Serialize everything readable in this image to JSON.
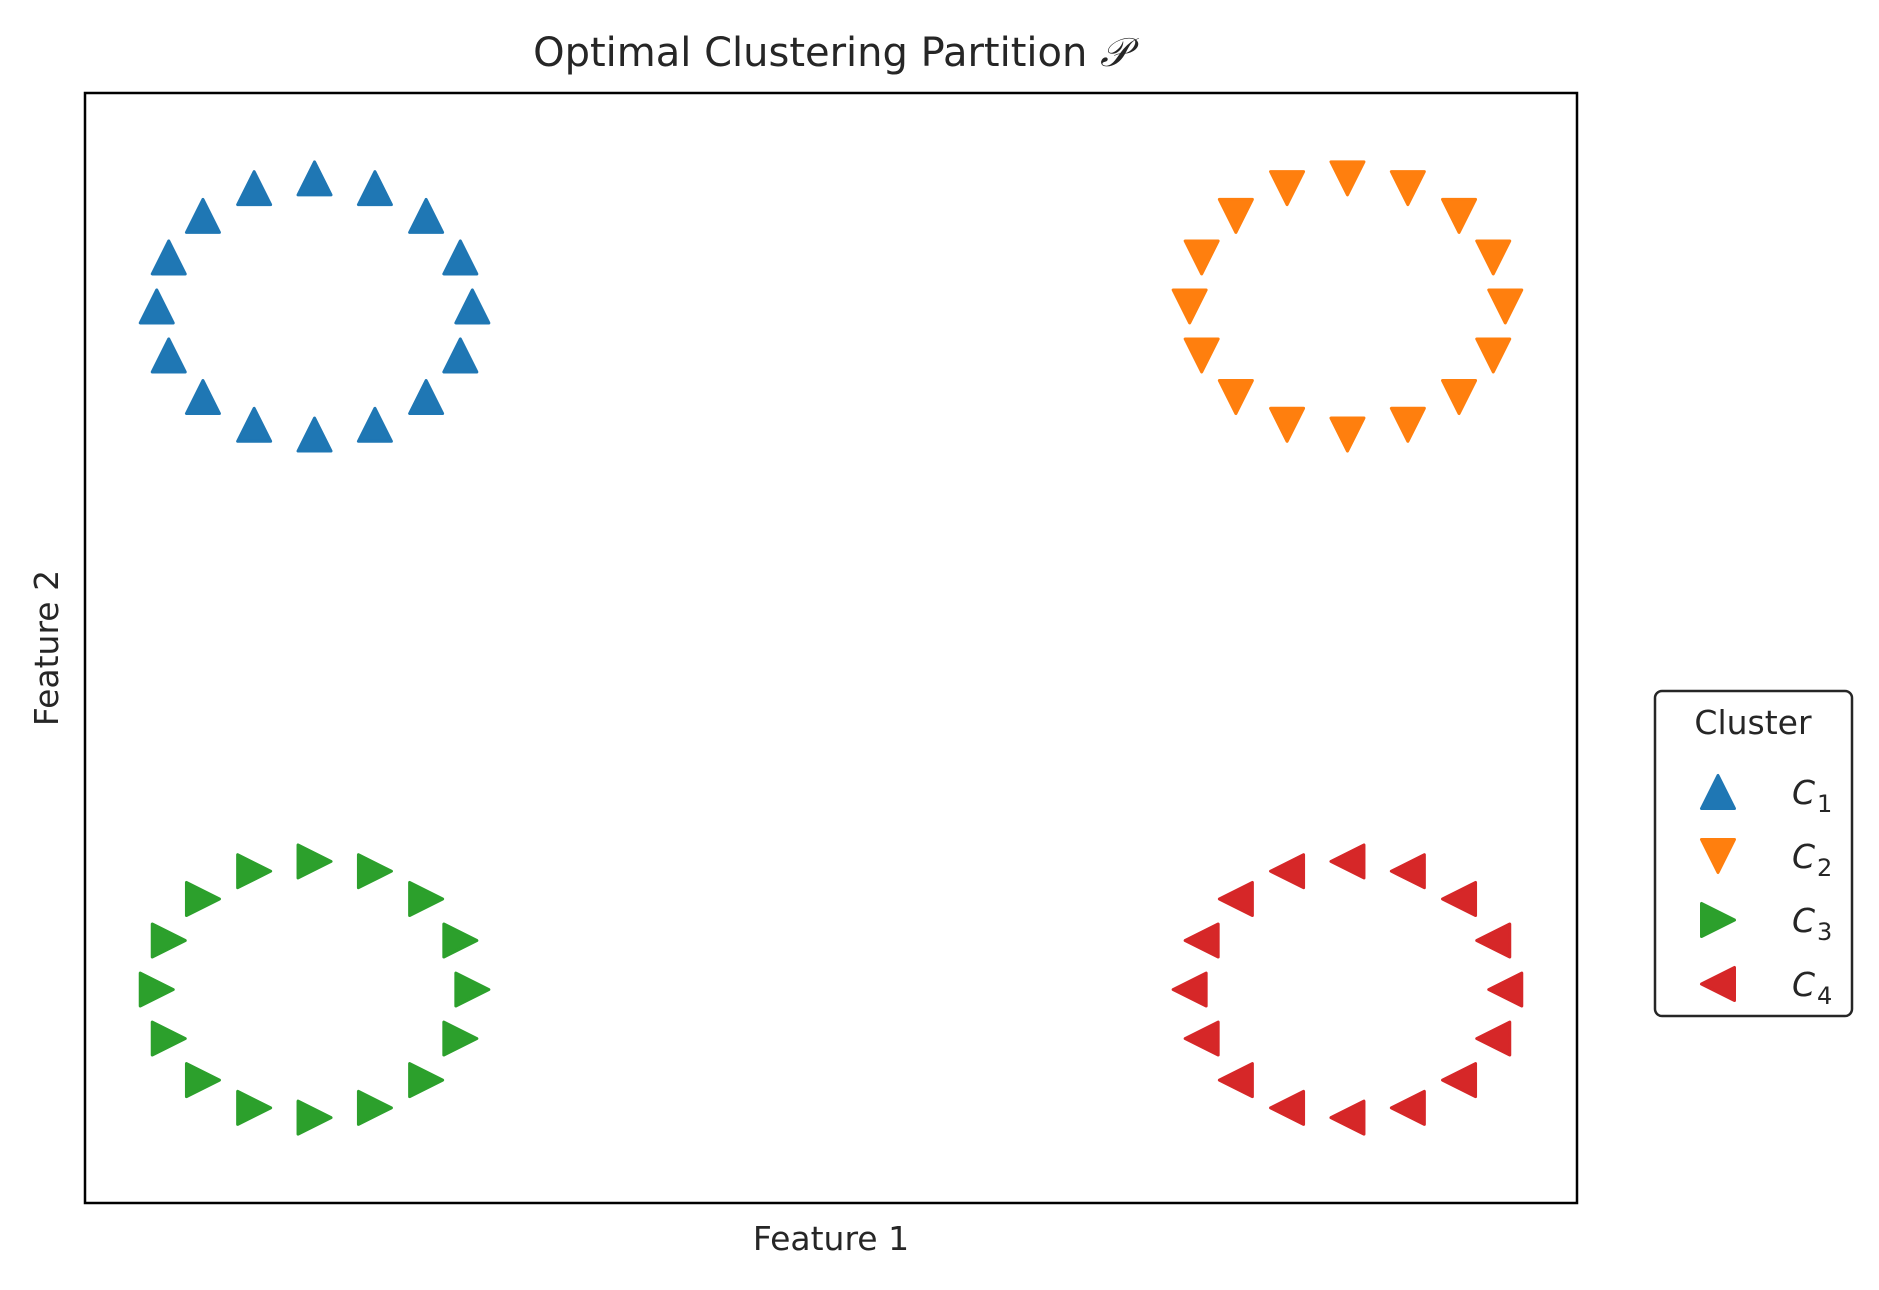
{
  "chart_data": {
    "type": "scatter",
    "title": "Optimal Clustering Partition ",
    "title_symbol": "𝒫",
    "xlabel": "Feature 1",
    "ylabel": "Feature 2",
    "xlim": [
      -2.6,
      2.6
    ],
    "ylim": [
      -2.6,
      2.6
    ],
    "show_ticks": false,
    "grid": false,
    "legend": {
      "title": "Cluster",
      "placement": "outside-right-center"
    },
    "marker_ellipse": {
      "rx": 0.55,
      "ry": 0.6,
      "points": 16
    },
    "series": [
      {
        "name": "C",
        "sub": "1",
        "marker": "triangle-up",
        "color": "#1f77b4",
        "center": [
          -1.8,
          1.6
        ]
      },
      {
        "name": "C",
        "sub": "2",
        "marker": "triangle-down",
        "color": "#ff7f0e",
        "center": [
          1.8,
          1.6
        ]
      },
      {
        "name": "C",
        "sub": "3",
        "marker": "triangle-right",
        "color": "#2ca02c",
        "center": [
          -1.8,
          -1.6
        ]
      },
      {
        "name": "C",
        "sub": "4",
        "marker": "triangle-left",
        "color": "#d62728",
        "center": [
          1.8,
          -1.6
        ]
      }
    ]
  }
}
